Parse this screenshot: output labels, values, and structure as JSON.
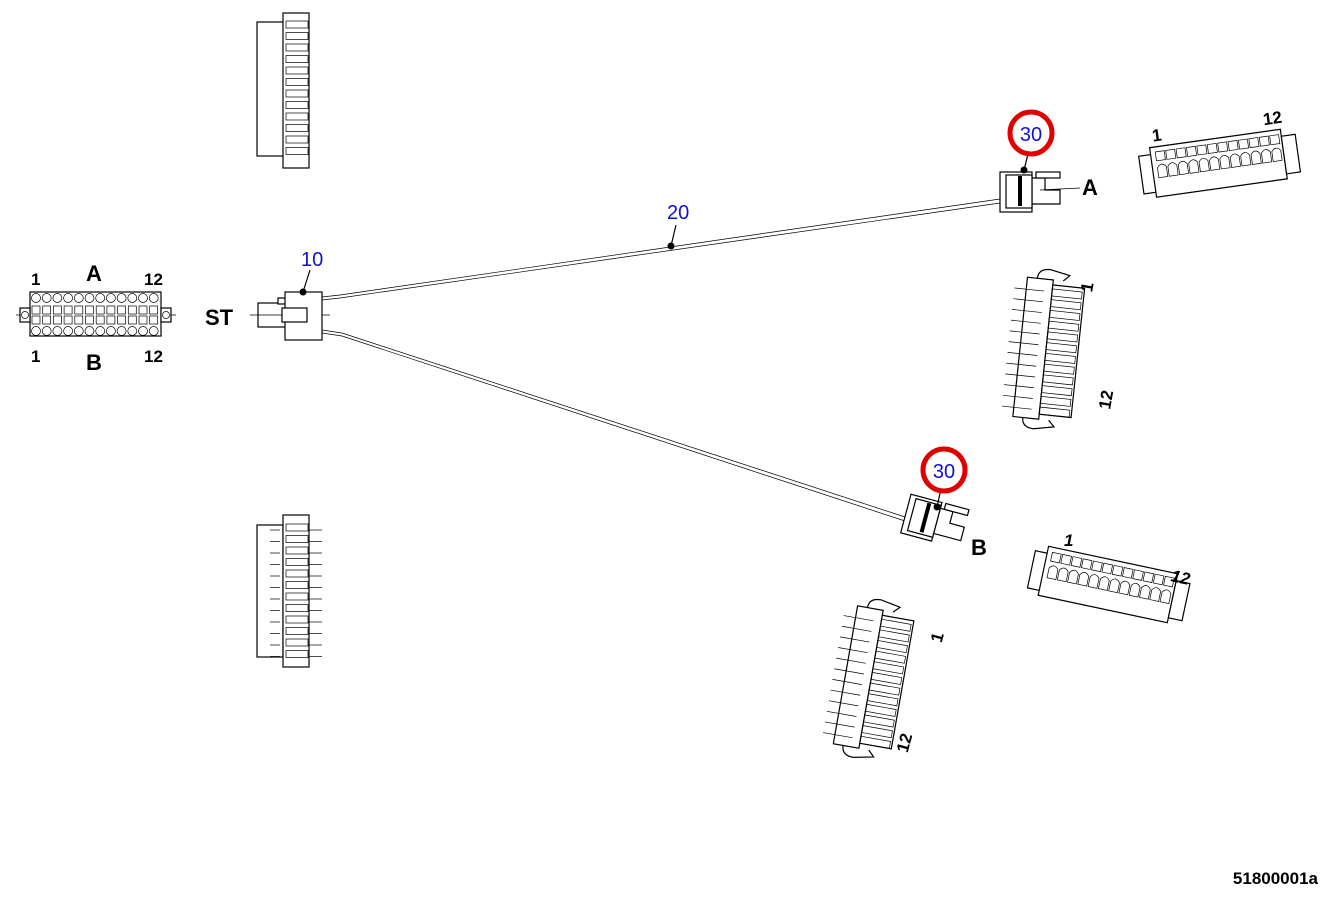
{
  "drawing_number": "51800001a",
  "positions": {
    "housing": "10",
    "cable": "20",
    "terminal_a": "30",
    "terminal_b": "30"
  },
  "highlight_color": "#e00000",
  "position_color": "#1010d0",
  "labels": {
    "start": "ST",
    "end_a": "A",
    "end_b": "B",
    "grid_row_a": "A",
    "grid_row_b": "B",
    "pin_first": "1",
    "pin_last": "12"
  }
}
